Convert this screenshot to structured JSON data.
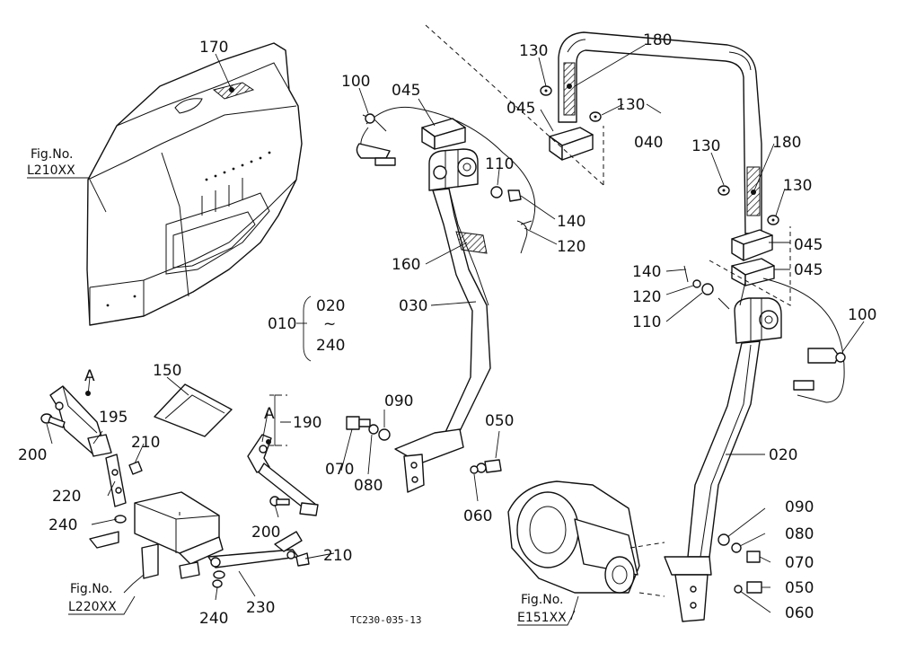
{
  "labels": {
    "p170": "170",
    "p100a": "100",
    "p045a": "045",
    "p130a": "130",
    "p180a": "180",
    "p045b": "045",
    "p130b": "130",
    "p040": "040",
    "p130c": "130",
    "p180b": "180",
    "p130d": "130",
    "p110a": "110",
    "p140a": "140",
    "p120a": "120",
    "p160": "160",
    "p045c": "045",
    "p045d": "045",
    "p140b": "140",
    "p120b": "120",
    "p110b": "110",
    "p100b": "100",
    "p010": "010",
    "p020a": "020",
    "p240a": "240",
    "p030": "030",
    "p150": "150",
    "pA1": "A",
    "p195": "195",
    "p200a": "200",
    "p210a": "210",
    "p220": "220",
    "p240b": "240",
    "pA2": "A",
    "p190": "190",
    "p200b": "200",
    "p210b": "210",
    "p230": "230",
    "p240c": "240",
    "p090a": "090",
    "p070a": "070",
    "p080a": "080",
    "p050a": "050",
    "p060a": "060",
    "p020b": "020",
    "p090b": "090",
    "p080b": "080",
    "p070b": "070",
    "p050b": "050",
    "p060b": "060"
  },
  "figrefs": {
    "l210": {
      "title": "Fig.No.",
      "code": "L210XX"
    },
    "l220": {
      "title": "Fig.No.",
      "code": "L220XX"
    },
    "e151": {
      "title": "Fig.No.",
      "code": "E151XX"
    }
  },
  "range_marker": "~",
  "drawing_code": "TC230-035-13"
}
